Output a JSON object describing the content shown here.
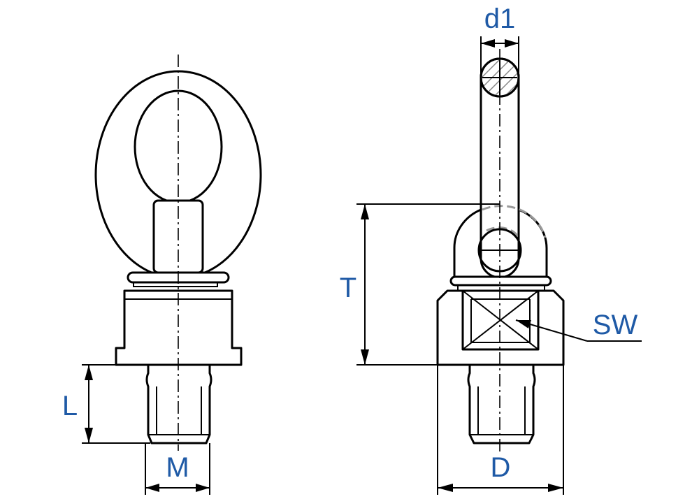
{
  "labels": {
    "d1": "d1",
    "T": "T",
    "SW": "SW",
    "L": "L",
    "M": "M",
    "D": "D"
  },
  "colors": {
    "label": "#1f5aa6",
    "line": "#000000",
    "hidden": "#9a9a9a",
    "background": "#ffffff"
  }
}
